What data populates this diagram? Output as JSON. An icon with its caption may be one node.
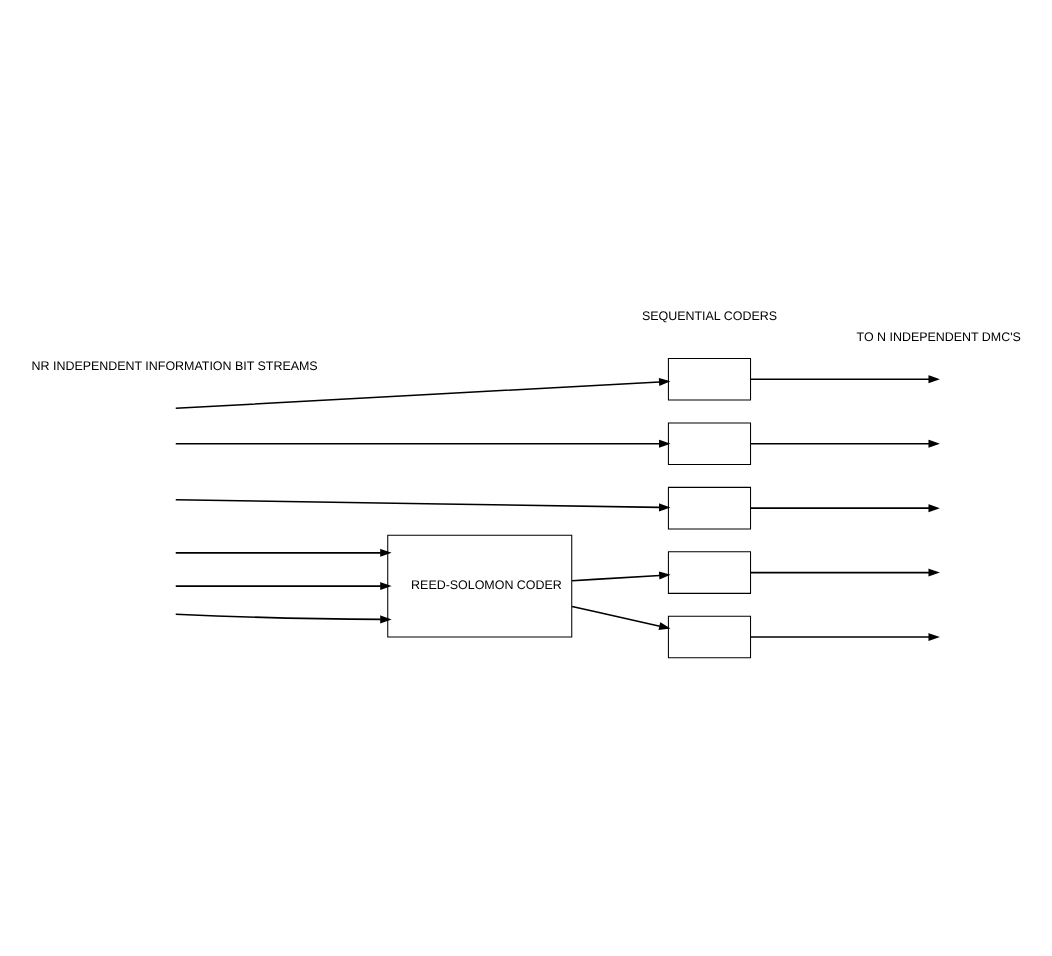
{
  "diagram": {
    "nodes": [
      {
        "text": [],
        "shape": "box"
      },
      {
        "text": [],
        "shape": "box"
      },
      {
        "text": [],
        "shape": "box"
      },
      {
        "text": [
          "REED-SOLOMON CODER"
        ]
      },
      {
        "text": [],
        "shape": "box"
      },
      {
        "text": [],
        "shape": "box"
      }
    ],
    "edges": [
      {
        "from": null,
        "to": 0,
        "arrow": "to"
      },
      {
        "from": null,
        "to": 3,
        "arrow": "to"
      },
      {
        "from": null,
        "to": 1,
        "arrow": "to"
      },
      {
        "from": null,
        "to": 3,
        "arrow": "to"
      },
      {
        "from": null,
        "to": 2,
        "arrow": "to"
      },
      {
        "from": null,
        "to": 3,
        "arrow": "to"
      },
      {
        "from": 3,
        "to": 4,
        "arrow": "to"
      },
      {
        "from": 3,
        "to": 5,
        "arrow": "to"
      },
      {
        "from": 0,
        "to": null,
        "arrow": "to"
      },
      {
        "from": 1,
        "to": null,
        "arrow": "to"
      },
      {
        "from": 2,
        "to": null,
        "arrow": "to"
      },
      {
        "from": 4,
        "to": null,
        "arrow": "to"
      },
      {
        "from": 5,
        "to": null,
        "arrow": "to"
      }
    ],
    "labels": [
      "SEQUENTIAL CODERS",
      "NR INDEPENDENT INFORMATION BIT STREAMS",
      "TO N INDEPENDENT DMC'S"
    ]
  }
}
